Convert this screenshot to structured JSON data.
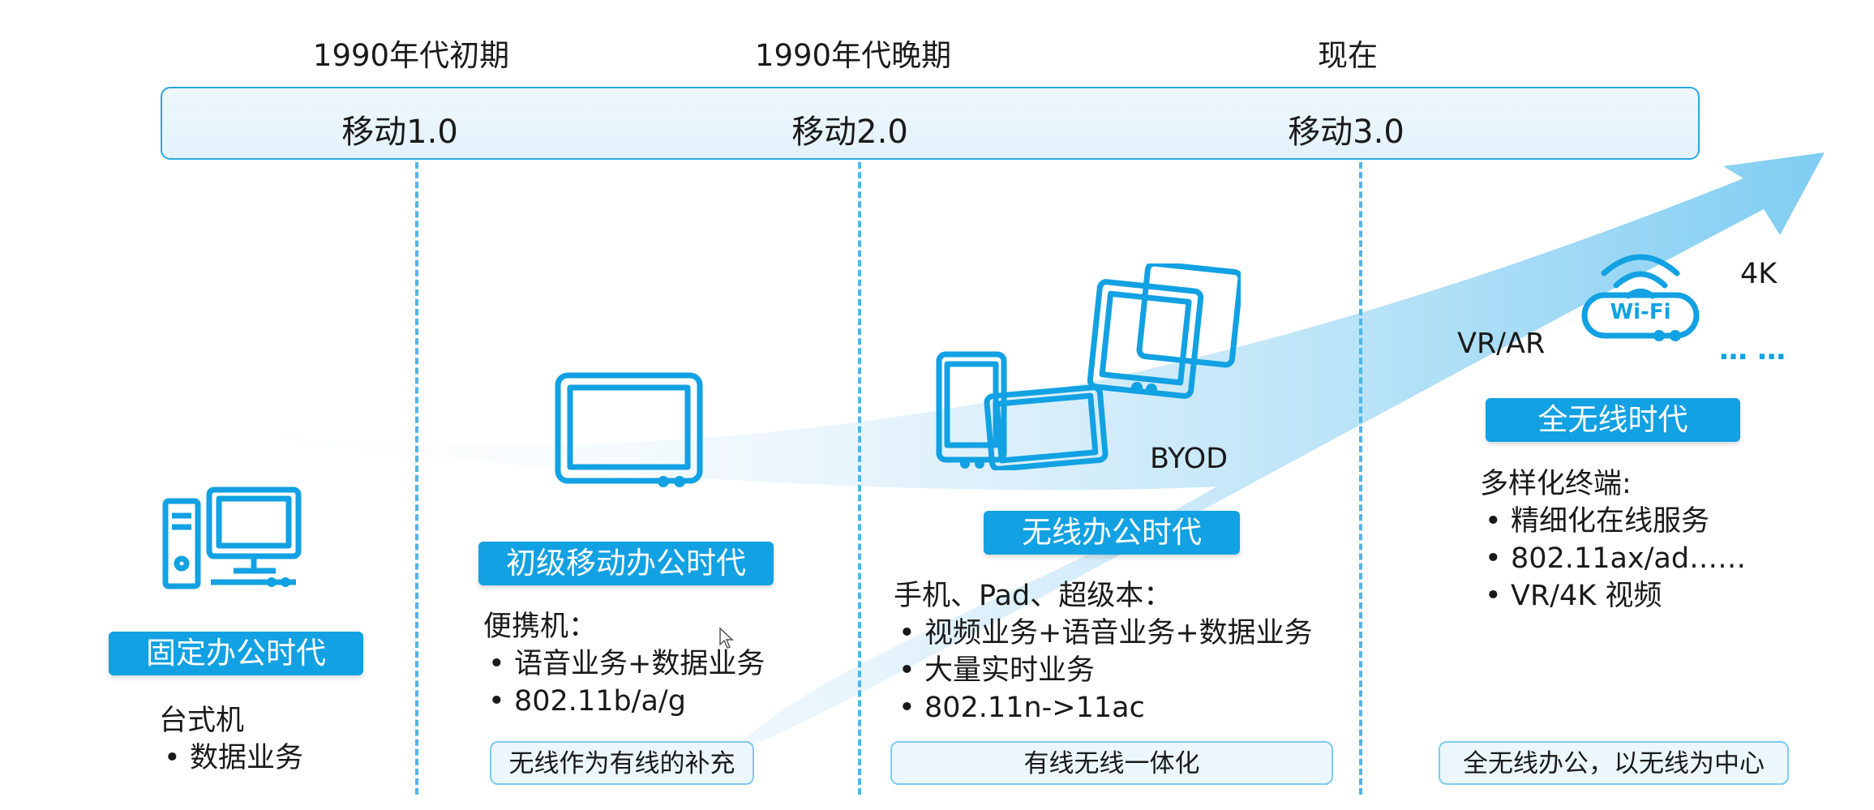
{
  "timeline": {
    "periods": [
      "1990年代初期",
      "1990年代晚期",
      "现在"
    ],
    "phases": [
      "移动1.0",
      "移动2.0",
      "移动3.0"
    ]
  },
  "eras": [
    {
      "title": "固定办公时代",
      "heading": "台式机",
      "items": [
        "数据业务"
      ],
      "summary": ""
    },
    {
      "title": "初级移动办公时代",
      "heading": "便携机：",
      "items": [
        "语音业务+数据业务",
        "802.11b/a/g"
      ],
      "summary": "无线作为有线的补充"
    },
    {
      "title": "无线办公时代",
      "heading": "手机、Pad、超级本：",
      "items": [
        "视频业务+语音业务+数据业务",
        "大量实时业务",
        "802.11n->11ac"
      ],
      "summary": "有线无线一体化"
    },
    {
      "title": "全无线时代",
      "heading": "多样化终端:",
      "items": [
        "精细化在线服务",
        "802.11ax/ad……",
        "VR/4K 视频"
      ],
      "summary": "全无线办公，以无线为中心"
    }
  ],
  "labels": {
    "byod": "BYOD",
    "vr_ar": "VR/AR",
    "k4": "4K",
    "dots": "… …",
    "wifi": "Wi-Fi"
  },
  "colors": {
    "accent": "#12a1e2",
    "light": "#ecf7fd",
    "border": "#29a7e1"
  }
}
